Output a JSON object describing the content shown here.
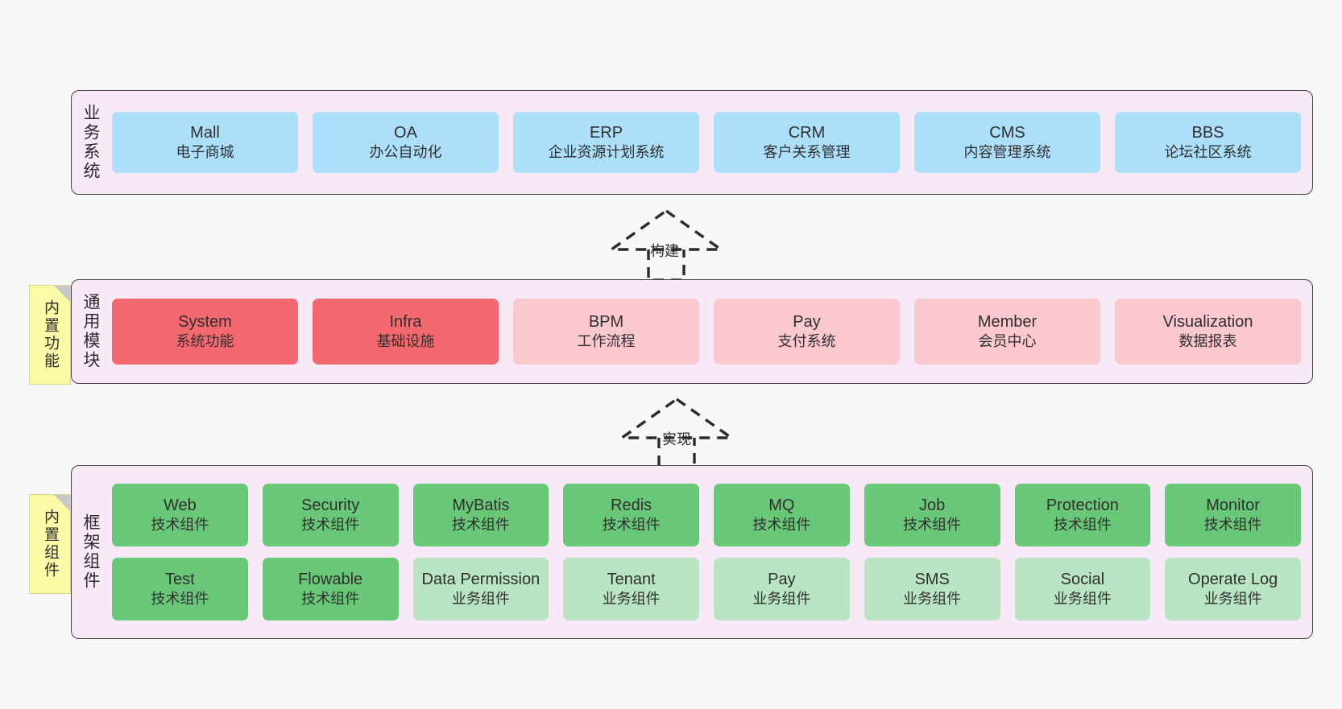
{
  "diagram": {
    "background_color": "#f8f8f8",
    "container_color": "#f8e9f6",
    "border_color": "#4a4048"
  },
  "layers": [
    {
      "id": "business",
      "title": "业务系统",
      "note": null,
      "rows": [
        {
          "boxes": [
            {
              "title": "Mall",
              "sub": "电子商城",
              "color": "#ace0fa"
            },
            {
              "title": "OA",
              "sub": "办公自动化",
              "color": "#ace0fa"
            },
            {
              "title": "ERP",
              "sub": "企业资源计划系统",
              "color": "#ace0fa"
            },
            {
              "title": "CRM",
              "sub": "客户关系管理",
              "color": "#ace0fa"
            },
            {
              "title": "CMS",
              "sub": "内容管理系统",
              "color": "#ace0fa"
            },
            {
              "title": "BBS",
              "sub": "论坛社区系统",
              "color": "#ace0fa"
            }
          ]
        }
      ]
    },
    {
      "id": "common-module",
      "title": "通用模块",
      "note": "内置功能",
      "rows": [
        {
          "boxes": [
            {
              "title": "System",
              "sub": "系统功能",
              "color": "#f4696f"
            },
            {
              "title": "Infra",
              "sub": "基础设施",
              "color": "#f4696f"
            },
            {
              "title": "BPM",
              "sub": "工作流程",
              "color": "#fbc8cf"
            },
            {
              "title": "Pay",
              "sub": "支付系统",
              "color": "#fbc8cf"
            },
            {
              "title": "Member",
              "sub": "会员中心",
              "color": "#fbc8cf"
            },
            {
              "title": "Visualization",
              "sub": "数据报表",
              "color": "#fbc8cf"
            }
          ]
        }
      ]
    },
    {
      "id": "framework-component",
      "title": "框架组件",
      "note": "内置组件",
      "rows": [
        {
          "boxes": [
            {
              "title": "Web",
              "sub": "技术组件",
              "color": "#69c878"
            },
            {
              "title": "Security",
              "sub": "技术组件",
              "color": "#69c878"
            },
            {
              "title": "MyBatis",
              "sub": "技术组件",
              "color": "#69c878"
            },
            {
              "title": "Redis",
              "sub": "技术组件",
              "color": "#69c878"
            },
            {
              "title": "MQ",
              "sub": "技术组件",
              "color": "#69c878"
            },
            {
              "title": "Job",
              "sub": "技术组件",
              "color": "#69c878"
            },
            {
              "title": "Protection",
              "sub": "技术组件",
              "color": "#69c878"
            },
            {
              "title": "Monitor",
              "sub": "技术组件",
              "color": "#69c878"
            }
          ]
        },
        {
          "boxes": [
            {
              "title": "Test",
              "sub": "技术组件",
              "color": "#69c878"
            },
            {
              "title": "Flowable",
              "sub": "技术组件",
              "color": "#69c878"
            },
            {
              "title": "Data Permission",
              "sub": "业务组件",
              "color": "#b9e5c2"
            },
            {
              "title": "Tenant",
              "sub": "业务组件",
              "color": "#b9e5c2"
            },
            {
              "title": "Pay",
              "sub": "业务组件",
              "color": "#b9e5c2"
            },
            {
              "title": "SMS",
              "sub": "业务组件",
              "color": "#b9e5c2"
            },
            {
              "title": "Social",
              "sub": "业务组件",
              "color": "#b9e5c2"
            },
            {
              "title": "Operate Log",
              "sub": "业务组件",
              "color": "#b9e5c2"
            }
          ]
        }
      ]
    }
  ],
  "connectors": [
    {
      "id": "build",
      "label": "构建",
      "from": "common-module",
      "to": "business"
    },
    {
      "id": "implement",
      "label": "实现",
      "from": "framework-component",
      "to": "common-module"
    }
  ]
}
